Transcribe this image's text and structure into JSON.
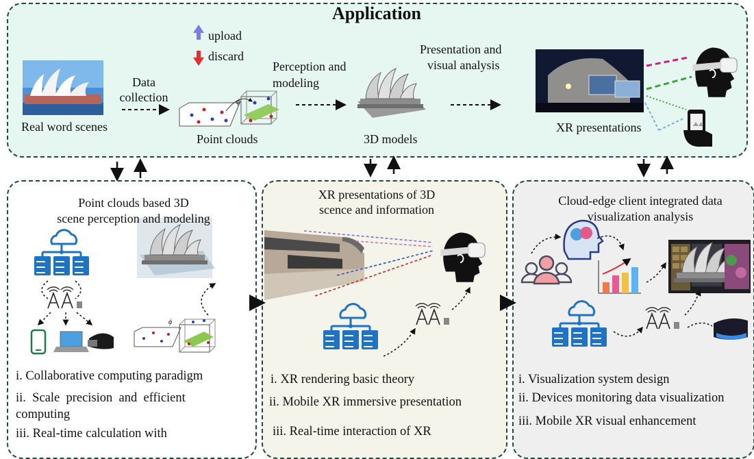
{
  "top": {
    "title": "Application",
    "legend": {
      "upload": "upload",
      "discard": "discard"
    },
    "real_scenes": "Real word scenes",
    "data_collection_1": "Data",
    "data_collection_2": "collection",
    "point_clouds": "Point clouds",
    "perception_1": "Perception and",
    "perception_2": "modeling",
    "models_3d": "3D models",
    "presentation_1": "Presentation and",
    "presentation_2": "visual analysis",
    "xr_presentations": "XR presentations",
    "phi": "ϕ"
  },
  "panel1": {
    "title_1": "Point clouds based 3D",
    "title_2": "scene perception and modeling",
    "items": [
      "i. Collaborative computing paradigm",
      "ii.  Scale  precision  and  efficient",
      "computing",
      "iii. Real-time calculation with"
    ]
  },
  "panel2": {
    "title_1": "XR presentations of 3D",
    "title_2": "scence and information",
    "items": [
      "i. XR rendering basic theory",
      "ii. Mobile XR immersive presentation",
      "iii. Real-time interaction of XR"
    ]
  },
  "panel3": {
    "title_1": "Cloud-edge client integrated data",
    "title_2": "visualization analysis",
    "items": [
      "i. Visualization system design",
      "ii. Devices monitoring data visualization",
      "iii. Mobile XR visual enhancement"
    ]
  },
  "colors": {
    "box_border": "#1f4a3a",
    "top_bg": "#e6f6f1",
    "panel2_bg": "#f5f4ea",
    "panel3_bg": "#efefef",
    "server_blue": "#1f73c4",
    "upload_arrow": "#7b7be8",
    "discard_arrow": "#e03030"
  }
}
